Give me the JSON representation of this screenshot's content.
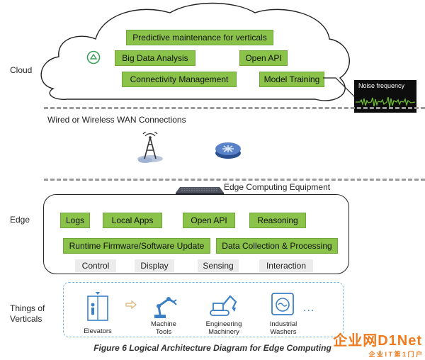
{
  "layers": {
    "cloud": "Cloud",
    "wan": "Wired or Wireless WAN Connections",
    "edge": "Edge",
    "things": "Things of\nVerticals"
  },
  "cloud": {
    "boxes": [
      "Predictive maintenance for verticals",
      "Big Data Analysis",
      "Open API",
      "Connectivity Management",
      "Model Training"
    ],
    "noise_label": "Noise frequency"
  },
  "edge": {
    "equipment_label": "Edge Computing Equipment",
    "green_boxes": [
      "Logs",
      "Local Apps",
      "Open API",
      "Reasoning"
    ],
    "wide_boxes": [
      "Runtime Firmware/Software Update",
      "Data Collection & Processing"
    ],
    "gray_boxes": [
      "Control",
      "Display",
      "Sensing",
      "Interaction"
    ]
  },
  "things": {
    "items": [
      "Elevators",
      "Machine\nTools",
      "Engineering\nMachinery",
      "Industrial\nWashers"
    ],
    "ellipsis": "..."
  },
  "caption": "Figure 6 Logical Architecture Diagram for Edge Computing",
  "watermark": {
    "brand": "企业网D1Net",
    "sub": "企 业 I T 第 1 门 户"
  },
  "colors": {
    "green": "#8bc34a",
    "gray_box": "#ececec",
    "dash": "#9a9a9a",
    "wave": "#6dbb2e"
  }
}
